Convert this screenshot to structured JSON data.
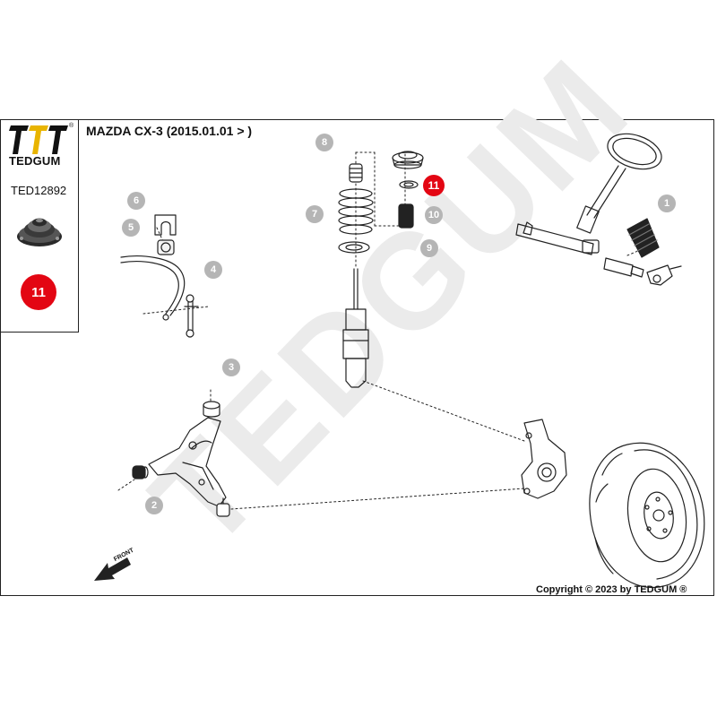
{
  "brand": {
    "name": "TEDGUM",
    "registered_mark": "®",
    "accent_color": "#e30613",
    "logo_color": "#111111"
  },
  "header": {
    "vehicle": "MAZDA CX-3 (2015.01.01 > )"
  },
  "sidebar": {
    "part_number": "TED12892",
    "product_image": "strut-top-mount-icon",
    "highlight_badge": "11"
  },
  "diagram": {
    "watermark_text": "TEDGUM",
    "watermark_color": "#e6e6e6",
    "callout_color": "#b5b5b5",
    "front_label": "FRONT",
    "callouts": [
      {
        "number": "1",
        "part": "steering-rack-boot"
      },
      {
        "number": "2",
        "part": "control-arm-front-bushing"
      },
      {
        "number": "3",
        "part": "control-arm-rear-bushing"
      },
      {
        "number": "4",
        "part": "stabilizer-link"
      },
      {
        "number": "5",
        "part": "stabilizer-bushing"
      },
      {
        "number": "6",
        "part": "stabilizer-bracket"
      },
      {
        "number": "7",
        "part": "spring-seat"
      },
      {
        "number": "8",
        "part": "bump-stop"
      },
      {
        "number": "9",
        "part": "dust-boot"
      },
      {
        "number": "10",
        "part": "bearing"
      },
      {
        "number": "11",
        "part": "strut-top-mount",
        "highlighted": true
      }
    ]
  },
  "footer": {
    "copyright": "Copyright © 2023 by TEDGUM ®"
  }
}
